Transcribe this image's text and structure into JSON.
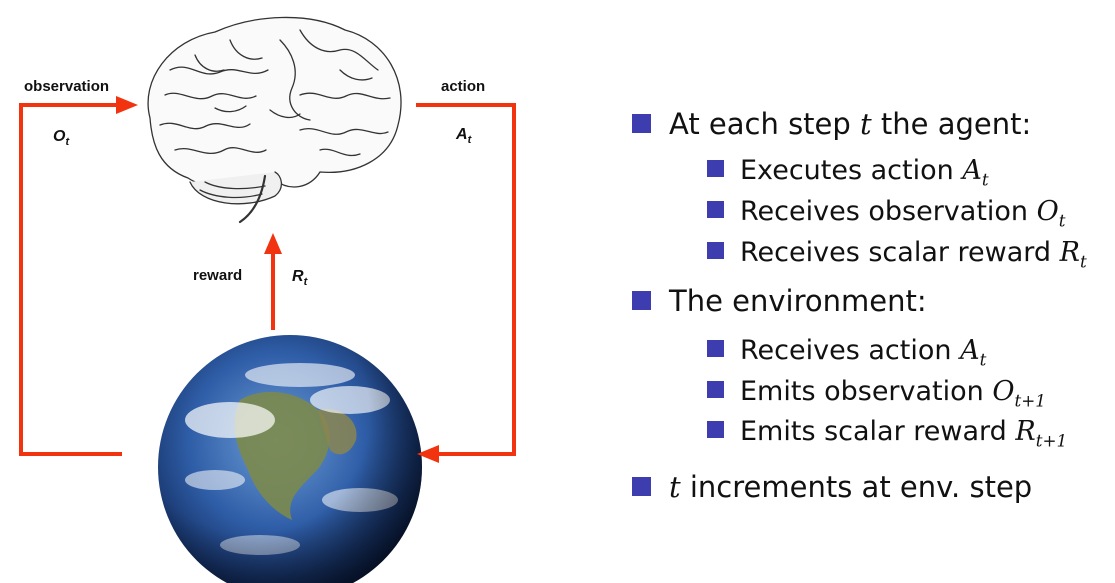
{
  "diagram": {
    "observation_label": "observation",
    "observation_var": "O",
    "observation_sub": "t",
    "action_label": "action",
    "action_var": "A",
    "action_sub": "t",
    "reward_label": "reward",
    "reward_var": "R",
    "reward_sub": "t",
    "arrow_color": "#f2330f"
  },
  "bullets": {
    "agent_heading_pre": "At each step ",
    "agent_heading_var": "t",
    "agent_heading_post": " the agent:",
    "agent_items": [
      {
        "text": "Executes action ",
        "var": "A",
        "sub": "t"
      },
      {
        "text": "Receives observation ",
        "var": "O",
        "sub": "t"
      },
      {
        "text": "Receives scalar reward ",
        "var": "R",
        "sub": "t"
      }
    ],
    "env_heading": "The environment:",
    "env_items": [
      {
        "text": "Receives action ",
        "var": "A",
        "sub": "t"
      },
      {
        "text": "Emits observation ",
        "var": "O",
        "sub": "t+1"
      },
      {
        "text": "Emits scalar reward ",
        "var": "R",
        "sub": "t+1"
      }
    ],
    "last_var": "t",
    "last_text": " increments at env. step",
    "bullet_color": "#3d3db0"
  }
}
